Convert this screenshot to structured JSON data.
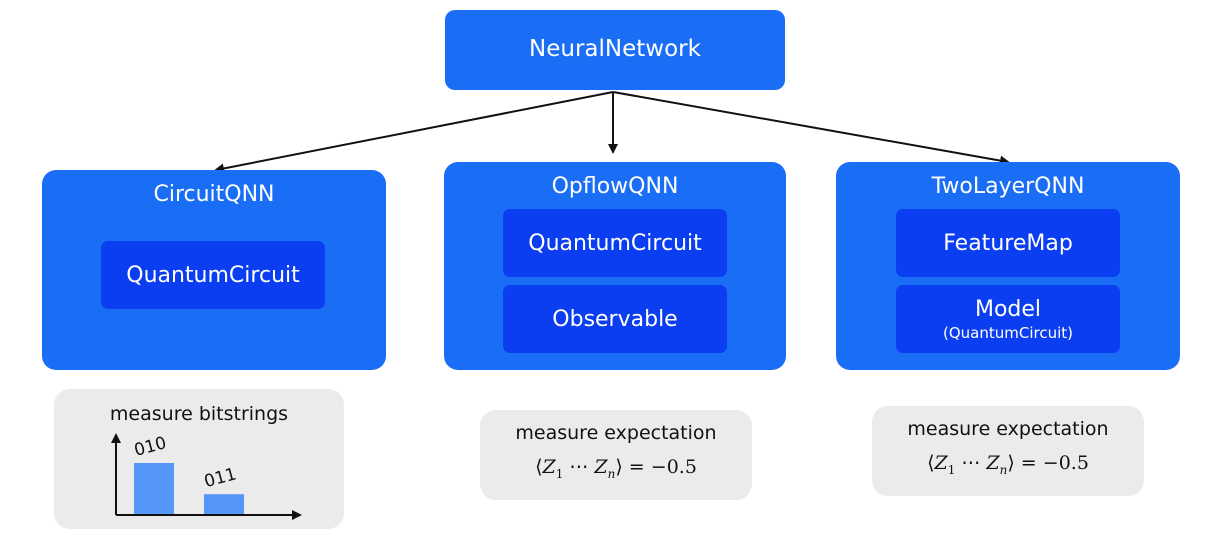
{
  "root": {
    "label": "NeuralNetwork"
  },
  "columns": [
    {
      "title": "CircuitQNN",
      "components": [
        "QuantumCircuit"
      ],
      "output": {
        "label": "measure bitstrings",
        "histogram": [
          {
            "label": "010",
            "value": 1.0
          },
          {
            "label": "011",
            "value": 0.4
          }
        ]
      }
    },
    {
      "title": "OpflowQNN",
      "components": [
        "QuantumCircuit",
        "Observable"
      ],
      "output": {
        "label": "measure expectation",
        "formula_value": "−0.5"
      }
    },
    {
      "title": "TwoLayerQNN",
      "components": [
        "FeatureMap"
      ],
      "model": {
        "label": "Model",
        "sub": "(QuantumCircuit)"
      },
      "output": {
        "label": "measure expectation",
        "formula_value": "−0.5"
      }
    }
  ],
  "colors": {
    "primary": "#1a6ef5",
    "inner": "#0b3ef0",
    "bar": "#5597f8",
    "panel": "#ebebeb"
  }
}
